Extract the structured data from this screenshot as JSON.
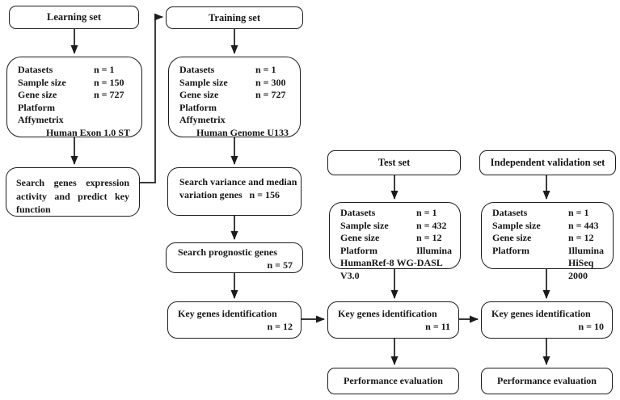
{
  "learning": {
    "header": "Learning set",
    "rows": [
      {
        "label": "Datasets",
        "value": "n = 1"
      },
      {
        "label": "Sample size",
        "value": "n = 150"
      },
      {
        "label": "Gene size",
        "value": "n = 727"
      },
      {
        "label": "Platform",
        "value": ""
      },
      {
        "label": "Affymetrix",
        "value": ""
      }
    ],
    "footer": "Human Exon 1.0 ST"
  },
  "training": {
    "header": "Training set",
    "rows": [
      {
        "label": "Datasets",
        "value": "n = 1"
      },
      {
        "label": "Sample size",
        "value": "n = 300"
      },
      {
        "label": "Gene size",
        "value": "n = 727"
      },
      {
        "label": "Platform",
        "value": ""
      },
      {
        "label": "Affymetrix",
        "value": ""
      }
    ],
    "footer": "Human Genome U133"
  },
  "test": {
    "header": "Test set",
    "rows": [
      {
        "label": "Datasets",
        "value": "n = 1"
      },
      {
        "label": "Sample size",
        "value": "n = 432"
      },
      {
        "label": "Gene size",
        "value": "n = 12"
      },
      {
        "label": "Platform",
        "value": "Illumina"
      }
    ],
    "footer": "HumanRef-8 WG-DASL V3.0"
  },
  "validation": {
    "header": "Independent validation set",
    "rows": [
      {
        "label": "Datasets",
        "value": "n = 1"
      },
      {
        "label": "Sample size",
        "value": "n = 443"
      },
      {
        "label": "Gene size",
        "value": "n = 12"
      },
      {
        "label": "Platform",
        "value": "Illumina"
      },
      {
        "label": "",
        "value": "HiSeq 2000"
      }
    ]
  },
  "process": {
    "search_genes": "Search genes expression activity and predict key function",
    "search_variance_line1": "Search variance and median",
    "search_variance_label": "variation genes",
    "search_variance_value": "n = 156",
    "search_prognostic_label": "Search prognostic genes",
    "search_prognostic_value": "n = 57",
    "key_genes_label": "Key genes identification",
    "key_genes_value_12": "n = 12",
    "key_genes_value_11": "n = 11",
    "key_genes_value_10": "n = 10",
    "performance": "Performance evaluation"
  },
  "colors": {
    "background": "#ffffff",
    "box_border": "#1c1c1c",
    "arrow": "#1c1c1c",
    "text": "#151515"
  }
}
